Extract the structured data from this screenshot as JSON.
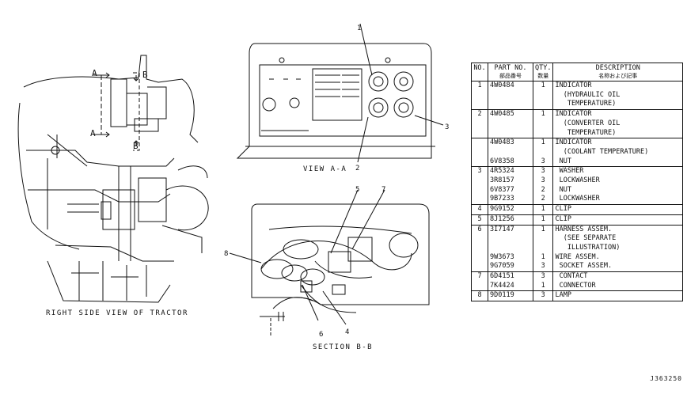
{
  "captions": {
    "right_side_view": "RIGHT SIDE VIEW OF TRACTOR",
    "view_a": "VIEW A-A",
    "section_b": "SECTION B-B"
  },
  "view_markers": {
    "a": "A",
    "b": "B"
  },
  "callouts": [
    "1",
    "2",
    "3",
    "4",
    "5",
    "6",
    "7",
    "8"
  ],
  "table": {
    "headers": {
      "no": "NO.",
      "part_no": "PART NO.",
      "part_no_jp": "部品番号",
      "qty": "QTY.",
      "qty_jp": "数量",
      "description": "DESCRIPTION",
      "description_jp": "名称および記事"
    },
    "rows": [
      {
        "no": "1",
        "part": "4W0484",
        "qty": "1",
        "desc": "INDICATOR"
      },
      {
        "no": "",
        "part": "",
        "qty": "",
        "desc": "  (HYDRAULIC OIL"
      },
      {
        "no": "",
        "part": "",
        "qty": "",
        "desc": "   TEMPERATURE)"
      },
      {
        "no": "2",
        "part": "4W0485",
        "qty": "1",
        "desc": "INDICATOR"
      },
      {
        "no": "",
        "part": "",
        "qty": "",
        "desc": "  (CONVERTER OIL"
      },
      {
        "no": "",
        "part": "",
        "qty": "",
        "desc": "   TEMPERATURE)"
      },
      {
        "no": "",
        "part": "4W0483",
        "qty": "1",
        "desc": "INDICATOR"
      },
      {
        "no": "",
        "part": "",
        "qty": "",
        "desc": "  (COOLANT TEMPERATURE)"
      },
      {
        "no": "",
        "part": "6V8358",
        "qty": "3",
        "desc": " NUT"
      },
      {
        "no": "3",
        "part": "4R5324",
        "qty": "3",
        "desc": " WASHER"
      },
      {
        "no": "",
        "part": "3R8157",
        "qty": "3",
        "desc": " LOCKWASHER"
      },
      {
        "no": "",
        "part": "6V8377",
        "qty": "2",
        "desc": " NUT"
      },
      {
        "no": "",
        "part": "9B7233",
        "qty": "2",
        "desc": " LOCKWASHER"
      },
      {
        "no": "4",
        "part": "9G9152",
        "qty": "1",
        "desc": "CLIP"
      },
      {
        "no": "5",
        "part": "8J1256",
        "qty": "1",
        "desc": "CLIP"
      },
      {
        "no": "6",
        "part": "3I7147",
        "qty": "1",
        "desc": "HARNESS ASSEM."
      },
      {
        "no": "",
        "part": "",
        "qty": "",
        "desc": "  (SEE SEPARATE"
      },
      {
        "no": "",
        "part": "",
        "qty": "",
        "desc": "   ILLUSTRATION)"
      },
      {
        "no": "",
        "part": "9W3673",
        "qty": "1",
        "desc": "WIRE ASSEM."
      },
      {
        "no": "",
        "part": "9G7059",
        "qty": "3",
        "desc": " SOCKET ASSEM."
      },
      {
        "no": "7",
        "part": "6D4151",
        "qty": "3",
        "desc": " CONTACT"
      },
      {
        "no": "",
        "part": "7K4424",
        "qty": "1",
        "desc": " CONNECTOR"
      },
      {
        "no": "8",
        "part": "9D0119",
        "qty": "3",
        "desc": "LAMP"
      }
    ]
  },
  "doc_id": "J363250"
}
